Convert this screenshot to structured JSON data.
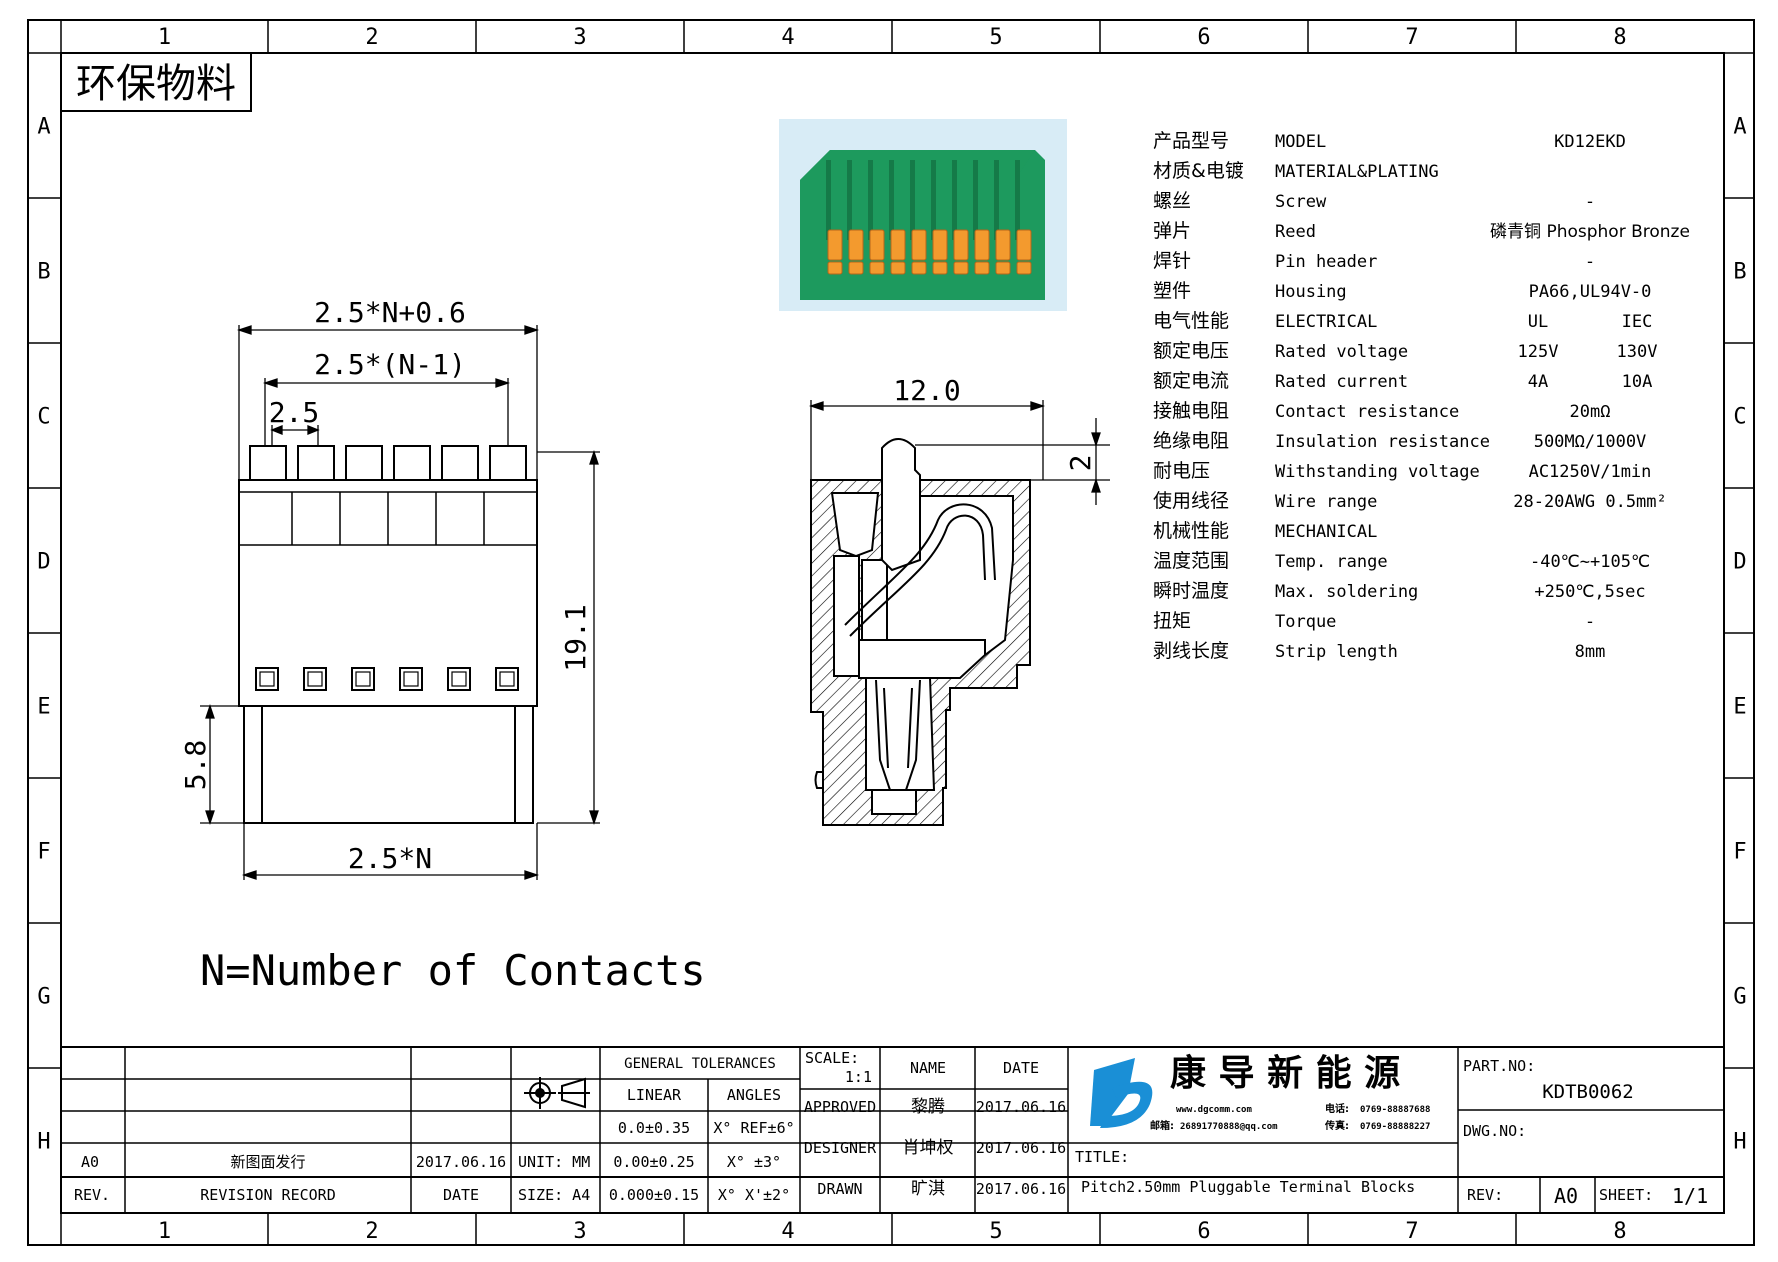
{
  "border": {
    "columns": [
      "1",
      "2",
      "3",
      "4",
      "5",
      "6",
      "7",
      "8"
    ],
    "rows": [
      "A",
      "B",
      "C",
      "D",
      "E",
      "F",
      "G",
      "H"
    ]
  },
  "stamp": "环保物料",
  "dimensions": {
    "total_width": "2.5*N+0.6",
    "pitch_span": "2.5*(N-1)",
    "pitch": "2.5",
    "height": "19.1",
    "pin_length": "5.8",
    "base_width": "2.5*N",
    "side_width": "12.0",
    "top_offset": "2"
  },
  "note": "N=Number of Contacts",
  "specs": [
    {
      "cn": "产品型号",
      "en": "MODEL",
      "v1": "KD12EKD",
      "v2": ""
    },
    {
      "cn": "材质&电镀",
      "en": "MATERIAL&PLATING",
      "v1": "",
      "v2": ""
    },
    {
      "cn": "螺丝",
      "en": "Screw",
      "v1": "-",
      "v2": ""
    },
    {
      "cn": "弹片",
      "en": "Reed",
      "v1": "磷青铜 Phosphor Bronze",
      "v2": ""
    },
    {
      "cn": "焊针",
      "en": "Pin header",
      "v1": "-",
      "v2": ""
    },
    {
      "cn": "塑件",
      "en": "Housing",
      "v1": "PA66,UL94V-0",
      "v2": ""
    },
    {
      "cn": "电气性能",
      "en": "ELECTRICAL",
      "v1": "UL",
      "v2": "IEC"
    },
    {
      "cn": "额定电压",
      "en": "Rated voltage",
      "v1": "125V",
      "v2": "130V"
    },
    {
      "cn": "额定电流",
      "en": "Rated current",
      "v1": "4A",
      "v2": "10A"
    },
    {
      "cn": "接触电阻",
      "en": "Contact resistance",
      "v1": "20mΩ",
      "v2": ""
    },
    {
      "cn": "绝缘电阻",
      "en": "Insulation resistance",
      "v1": "500MΩ/1000V",
      "v2": ""
    },
    {
      "cn": "耐电压",
      "en": "Withstanding voltage",
      "v1": "AC1250V/1min",
      "v2": ""
    },
    {
      "cn": "使用线径",
      "en": "Wire range",
      "v1": "28-20AWG 0.5mm²",
      "v2": ""
    },
    {
      "cn": "机械性能",
      "en": "MECHANICAL",
      "v1": "",
      "v2": ""
    },
    {
      "cn": "温度范围",
      "en": "Temp. range",
      "v1": "-40℃~+105℃",
      "v2": ""
    },
    {
      "cn": "瞬时温度",
      "en": "Max. soldering",
      "v1": "+250℃,5sec",
      "v2": ""
    },
    {
      "cn": "扭矩",
      "en": "Torque",
      "v1": "-",
      "v2": ""
    },
    {
      "cn": "剥线长度",
      "en": "Strip length",
      "v1": "8mm",
      "v2": ""
    }
  ],
  "title_block": {
    "rev_value": "A0",
    "revision_text": "新图面发行",
    "revision_date": "2017.06.16",
    "rev_header": "REV.",
    "revision_record_header": "REVISION RECORD",
    "date_header": "DATE",
    "unit": "UNIT: MM",
    "size": "SIZE: A4",
    "general_tolerances": "GENERAL TOLERANCES",
    "linear": "LINEAR",
    "angles": "ANGLES",
    "lin1": "0.0±0.35",
    "lin2": "0.00±0.25",
    "lin3": "0.000±0.15",
    "ang1": "X° REF±6°",
    "ang2": "X° ±3°",
    "ang3": "X° X'±2°",
    "scale_label": "SCALE:",
    "scale_value": "1:1",
    "name_header": "NAME",
    "date_col_header": "DATE",
    "approved": "APPROVED",
    "approved_name": "黎腾",
    "approved_date": "2017.06.16",
    "designer": "DESIGNER",
    "designer_name": "肖坤权",
    "designer_date": "2017.06.16",
    "drawn": "DRAWN",
    "drawn_name": "旷淇",
    "drawn_date": "2017.06.16",
    "company": "康 导 新 能 源",
    "company_web": "www.dgcomm.com",
    "company_tel_label": "电话:",
    "company_tel": "0769-88887688",
    "company_mail_label": "邮箱:",
    "company_mail": "26891770888@qq.com",
    "company_fax_label": "传真:",
    "company_fax": "0769-88888227",
    "title_label": "TITLE:",
    "title": "Pitch2.50mm Pluggable Terminal Blocks",
    "part_no_label": "PART.NO:",
    "part_no": "KDTB0062",
    "dwg_no_label": "DWG.NO:",
    "rev_label": "REV:",
    "rev": "A0",
    "sheet_label": "SHEET:",
    "sheet": "1/1"
  },
  "colors": {
    "product_green": "#1d9a5e",
    "product_orange": "#f39a2e",
    "photo_bg": "#d8ecf6",
    "logo_blue": "#1a8fd6"
  }
}
